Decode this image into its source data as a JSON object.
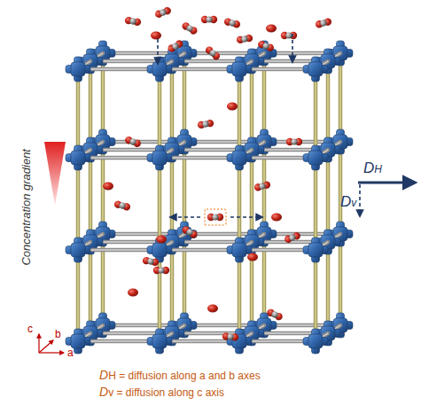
{
  "diagram": {
    "labels": [
      "Concentration gradient",
      "DH",
      "Dv",
      "c",
      "b",
      "a",
      "DH = diffusion along a and b axes",
      "Dv = diffusion along c axis"
    ]
  }
}
